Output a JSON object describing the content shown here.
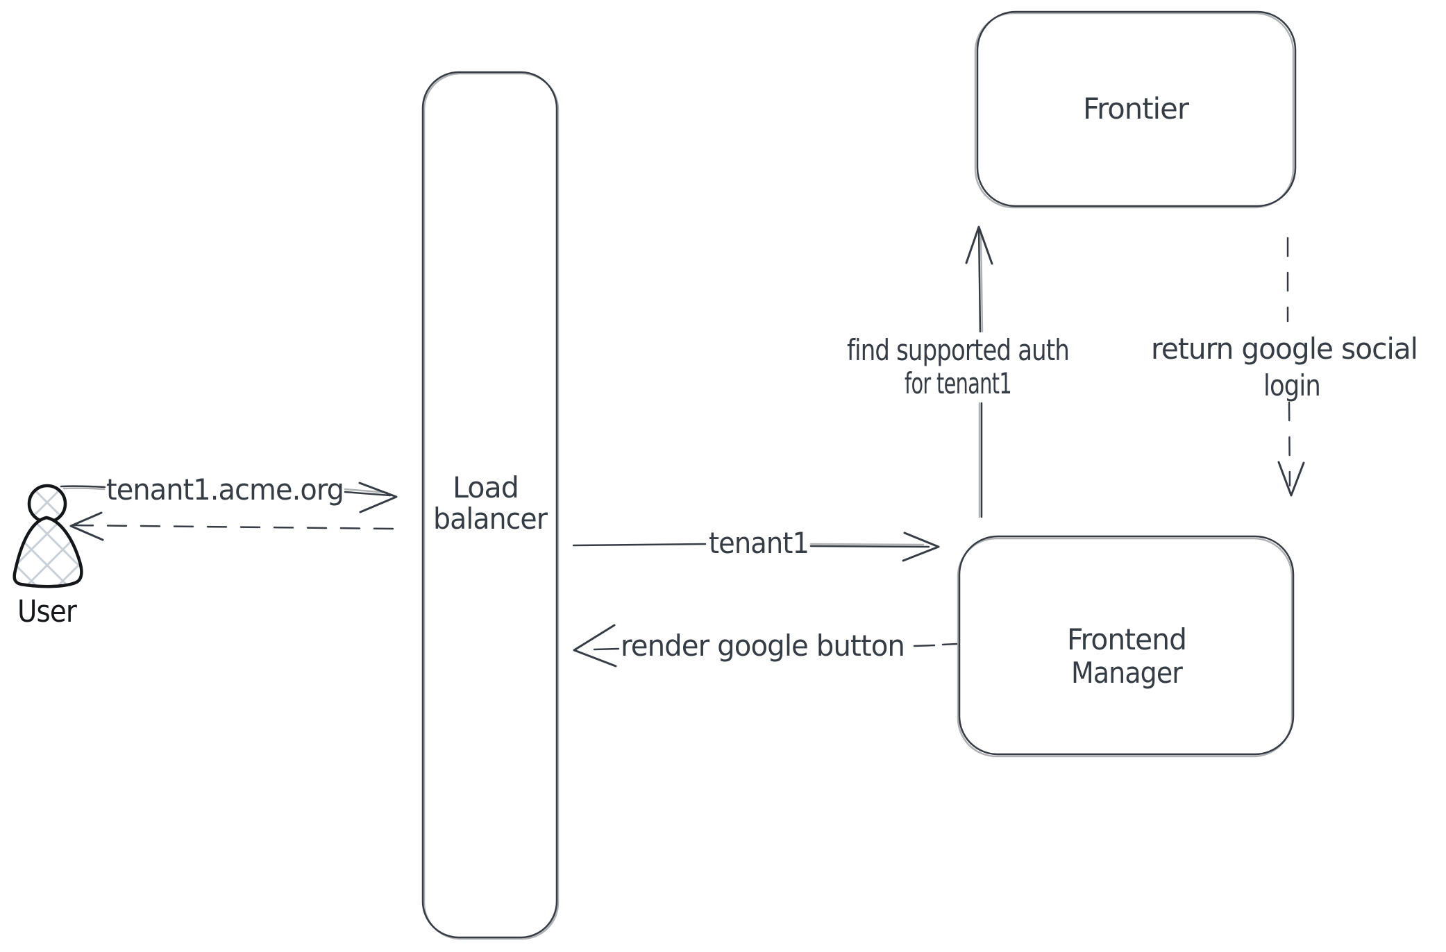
{
  "canvas": {
    "background": "#ffffff",
    "stroke_color": "#363c44",
    "user_figure_stroke": "#14161a",
    "hatch_fill_color": "#cad0d8"
  },
  "nodes": {
    "user": {
      "label": "User"
    },
    "load_balancer": {
      "line1": "Load",
      "line2": "balancer"
    },
    "frontier": {
      "label": "Frontier"
    },
    "frontend_manager": {
      "line1": "Frontend",
      "line2": "Manager"
    }
  },
  "edges": {
    "user_request": {
      "label": "tenant1.acme.org",
      "style": "solid",
      "from": "User",
      "to": "Load balancer"
    },
    "lb_response": {
      "label": "",
      "style": "dashed",
      "from": "Load balancer",
      "to": "User"
    },
    "lb_to_frontend_manager": {
      "label": "tenant1",
      "style": "solid",
      "from": "Load balancer",
      "to": "Frontend Manager"
    },
    "frontend_manager_to_frontier": {
      "line1": "find supported auth",
      "line2": "for tenant1",
      "style": "solid",
      "from": "Frontend Manager",
      "to": "Frontier"
    },
    "frontier_to_frontend_manager": {
      "line1": "return google social",
      "line2": "login",
      "style": "dashed",
      "from": "Frontier",
      "to": "Frontend Manager"
    },
    "frontend_manager_to_lb": {
      "label": "render google button",
      "style": "dashed",
      "from": "Frontend Manager",
      "to": "Load balancer"
    }
  }
}
